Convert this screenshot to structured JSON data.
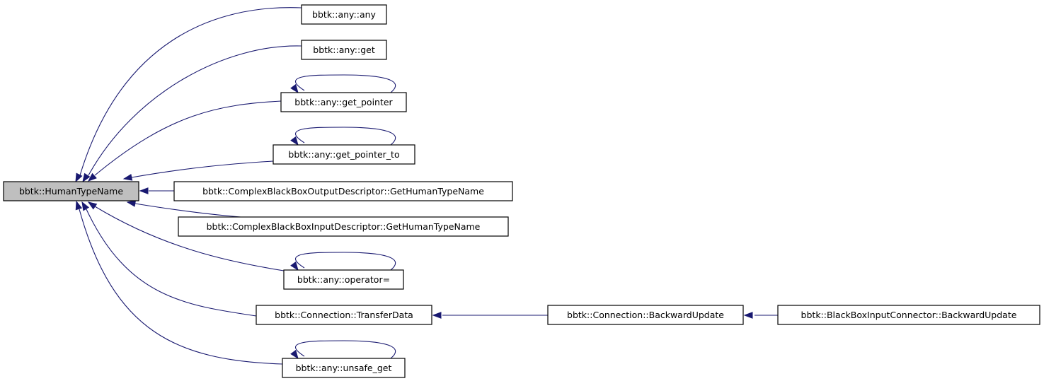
{
  "colors": {
    "edge": "#191970",
    "focus_node_fill": "#bfbfbf",
    "node_fill": "#ffffff",
    "node_border": "#000000"
  },
  "diagram": {
    "nodes": [
      {
        "id": "human-type-name",
        "label": "bbtk::HumanTypeName",
        "focus": true
      },
      {
        "id": "any-any",
        "label": "bbtk::any::any"
      },
      {
        "id": "any-get",
        "label": "bbtk::any::get"
      },
      {
        "id": "any-get-pointer",
        "label": "bbtk::any::get_pointer"
      },
      {
        "id": "any-get-pointer-to",
        "label": "bbtk::any::get_pointer_to"
      },
      {
        "id": "complex-output-get-human-type-name",
        "label": "bbtk::ComplexBlackBoxOutputDescriptor::GetHumanTypeName"
      },
      {
        "id": "complex-input-get-human-type-name",
        "label": "bbtk::ComplexBlackBoxInputDescriptor::GetHumanTypeName"
      },
      {
        "id": "any-operator-assign",
        "label": "bbtk::any::operator="
      },
      {
        "id": "connection-transfer-data",
        "label": "bbtk::Connection::TransferData"
      },
      {
        "id": "connection-backward-update",
        "label": "bbtk::Connection::BackwardUpdate"
      },
      {
        "id": "blackbox-input-connector-backward-update",
        "label": "bbtk::BlackBoxInputConnector::BackwardUpdate"
      },
      {
        "id": "any-unsafe-get",
        "label": "bbtk::any::unsafe_get"
      }
    ],
    "edges": [
      {
        "from": "any-any",
        "to": "human-type-name"
      },
      {
        "from": "any-get",
        "to": "human-type-name"
      },
      {
        "from": "any-get-pointer",
        "to": "human-type-name"
      },
      {
        "from": "any-get-pointer",
        "to": "any-get-pointer"
      },
      {
        "from": "any-get-pointer-to",
        "to": "human-type-name"
      },
      {
        "from": "any-get-pointer-to",
        "to": "any-get-pointer-to"
      },
      {
        "from": "complex-output-get-human-type-name",
        "to": "human-type-name"
      },
      {
        "from": "complex-input-get-human-type-name",
        "to": "human-type-name"
      },
      {
        "from": "any-operator-assign",
        "to": "human-type-name"
      },
      {
        "from": "any-operator-assign",
        "to": "any-operator-assign"
      },
      {
        "from": "connection-transfer-data",
        "to": "human-type-name"
      },
      {
        "from": "connection-backward-update",
        "to": "connection-transfer-data"
      },
      {
        "from": "blackbox-input-connector-backward-update",
        "to": "connection-backward-update"
      },
      {
        "from": "any-unsafe-get",
        "to": "human-type-name"
      },
      {
        "from": "any-unsafe-get",
        "to": "any-unsafe-get"
      }
    ]
  }
}
